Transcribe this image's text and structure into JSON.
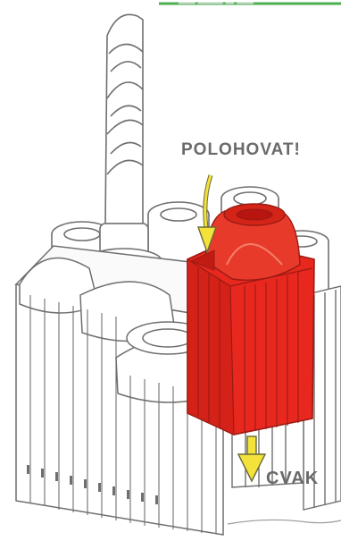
{
  "labels": {
    "position": "POLOHOVAT!",
    "click": "CVAK"
  },
  "colors": {
    "highlight_block": "#e8281e",
    "highlight_block_dark": "#b81410",
    "arrow_fill": "#f2e23a",
    "arrow_stroke": "#6a6a3a",
    "line_art": "#6f6f6f",
    "label_text": "#6a6a6a",
    "banner_accent": "#4caf50"
  },
  "illustration": {
    "subject": "drill bit storage rack with modular holders",
    "icons": [
      "drill-bit-icon",
      "holder-block-icon",
      "arrow-down-icon"
    ]
  }
}
